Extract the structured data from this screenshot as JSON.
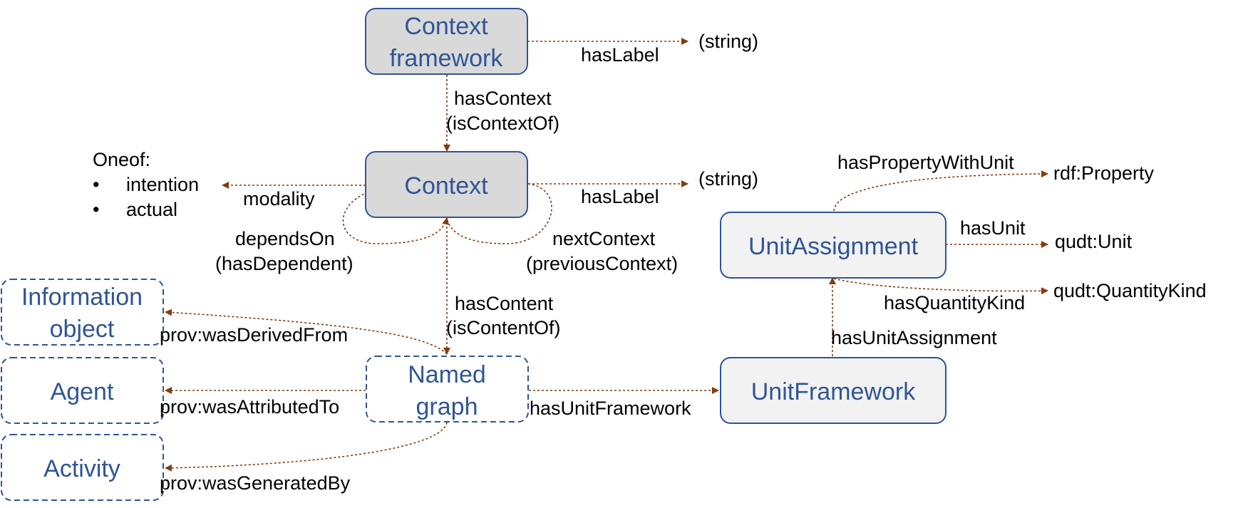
{
  "colors": {
    "node_text": "#2f5597",
    "node_border": "#2f5597",
    "node_fill_grey": "#d9d9d9",
    "node_fill_light": "#f2f2f2",
    "edge": "#843c0c",
    "label": "#000000"
  },
  "nodes": {
    "context_framework": {
      "line1": "Context",
      "line2": "framework"
    },
    "context": {
      "label": "Context"
    },
    "unit_assignment": {
      "label": "UnitAssignment"
    },
    "unit_framework": {
      "label": "UnitFramework"
    },
    "named_graph": {
      "line1": "Named",
      "line2": "graph"
    },
    "information_object": {
      "line1": "Information",
      "line2": "object"
    },
    "agent": {
      "label": "Agent"
    },
    "activity": {
      "label": "Activity"
    }
  },
  "literals": {
    "string_top": "(string)",
    "string_mid": "(string)",
    "rdf_property": "rdf:Property",
    "qudt_unit": "qudt:Unit",
    "qudt_quantitykind": "qudt:QuantityKind"
  },
  "oneof": {
    "title": "Oneof:",
    "bullet": "•",
    "items": [
      "intention",
      "actual"
    ]
  },
  "edge_labels": {
    "has_label_top": "hasLabel",
    "has_context": "hasContext",
    "is_context_of": "(isContextOf)",
    "has_label_mid": "hasLabel",
    "modality": "modality",
    "depends_on": "dependsOn",
    "has_dependent": "(hasDependent)",
    "next_context": "nextContext",
    "previous_context": "(previousContext)",
    "has_content": "hasContent",
    "is_content_of": "(isContentOf)",
    "was_derived_from": "prov:wasDerivedFrom",
    "was_attributed_to": "prov:wasAttributedTo",
    "was_generated_by": "prov:wasGeneratedBy",
    "has_unit_framework": "hasUnitFramework",
    "has_unit_assignment": "hasUnitAssignment",
    "has_property_with_unit": "hasPropertyWithUnit",
    "has_unit": "hasUnit",
    "has_quantity_kind": "hasQuantityKind"
  }
}
